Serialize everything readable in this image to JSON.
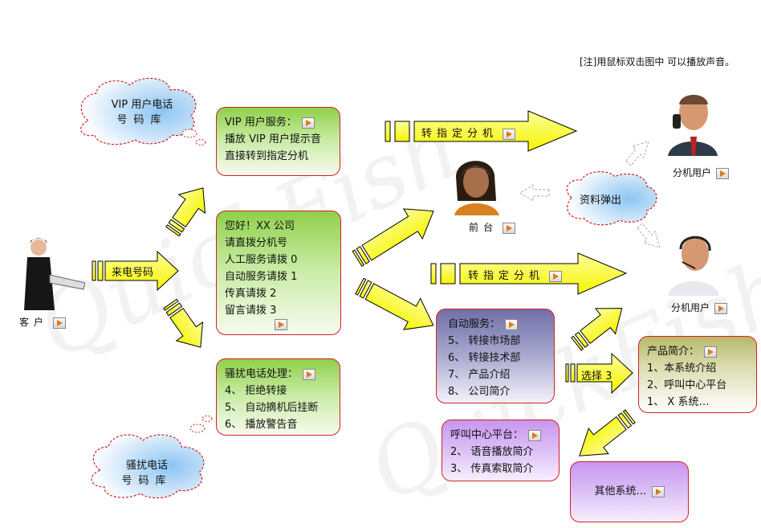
{
  "note": "[注]用鼠标双击图中  可以播放声音。",
  "customer_label": "客户",
  "incoming_label": "来电号码",
  "clouds": {
    "vip": {
      "line1": "VIP 用户电话",
      "line2": "号码库"
    },
    "harass": {
      "line1": "骚扰电话",
      "line2": "号码库"
    },
    "popup": "资料弹出"
  },
  "boxes": {
    "vip_service": {
      "title": "VIP 用户服务：",
      "lines": [
        "播放 VIP 用户提示音",
        "直接转到指定分机"
      ]
    },
    "greeting": {
      "lines": [
        "您好！XX 公司",
        "请直拨分机号",
        "人工服务请拨 0",
        "自动服务请拨 1",
        "传真请拨 2",
        "留言请拨 3"
      ]
    },
    "harass_handling": {
      "title": "骚扰电话处理：",
      "lines": [
        "4、 拒绝转接",
        "5、 自动摘机后挂断",
        "6、 播放警告音"
      ]
    },
    "auto_service": {
      "title": "自动服务：",
      "lines": [
        "5、 转接市场部",
        "6、 转接技术部",
        "7、 产品介绍",
        "8、 公司简介"
      ]
    },
    "callcenter": {
      "title": "呼叫中心平台：",
      "lines": [
        "2、 语音播放简介",
        "3、 传真索取简介"
      ]
    },
    "product_intro": {
      "title": "产品简介：",
      "lines": [
        "1、本系统介绍",
        "2、呼叫中心平台",
        "1、 X 系统…"
      ]
    },
    "other_systems": "其他系统…"
  },
  "arrows": {
    "transfer_top": "转指定分机",
    "transfer_mid": "转指定分机",
    "choose3": "选择 3"
  },
  "people": {
    "front_desk": "前台",
    "ext_user_top": "分机用户",
    "ext_user_mid": "分机用户"
  },
  "watermark": "QuickFish",
  "icons": [
    "speaker-play-icon"
  ]
}
